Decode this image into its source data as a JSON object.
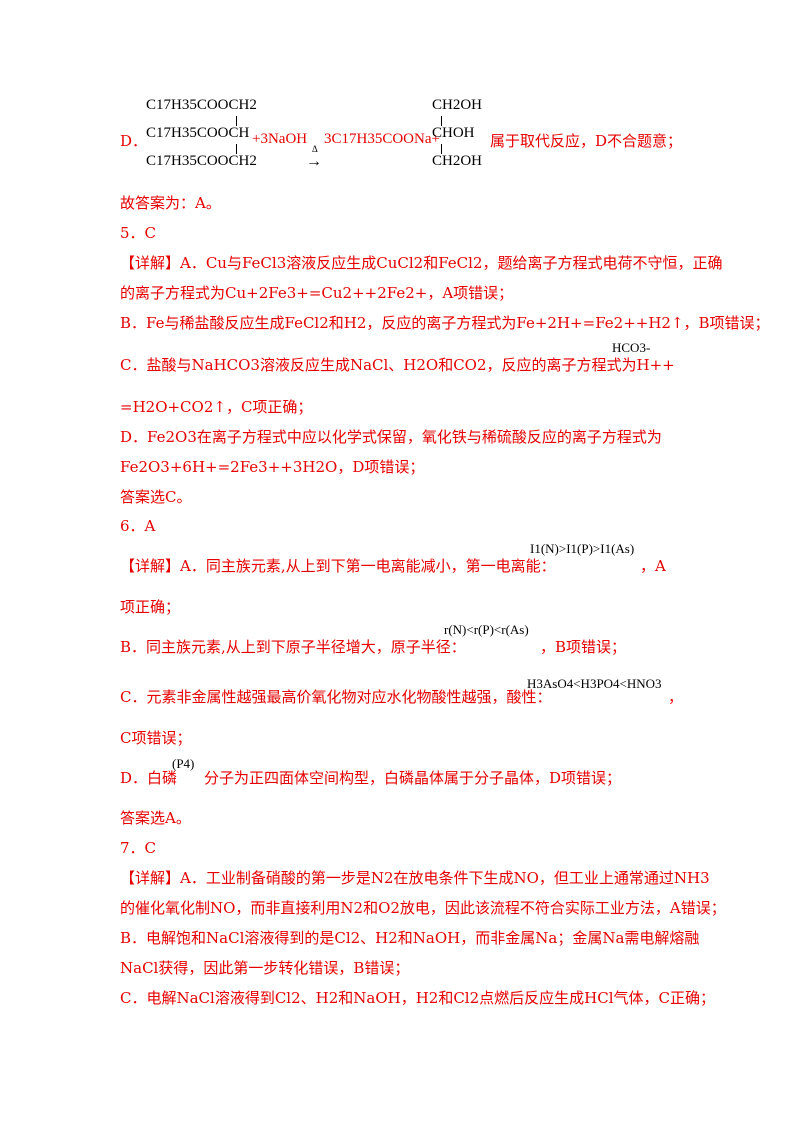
{
  "q4d": {
    "label": "D．",
    "left_rows": [
      "C17H35COOCH2",
      "C17H35COOCH",
      "C17H35COOCH2"
    ],
    "plus_naoh": "+3NaOH",
    "arrow_label": "Δ",
    "arrow": "→",
    "product": "3C17H35COONa+",
    "glycerol_rows": [
      "CH2OH",
      "CHOH",
      "CH2OH"
    ],
    "tail": "属于取代反应，D不合题意；"
  },
  "q4_answer": "故答案为：A。",
  "q5": {
    "number": "5．C",
    "a1": "【详解】A．Cu与FeCl3溶液反应生成CuCl2和FeCl2，题给离子方程式电荷不守恒，正确",
    "a2": "的离子方程式为Cu+2Fe3+=Cu2++2Fe2+，A项错误；",
    "b": "B．Fe与稀盐酸反应生成FeCl2和H2，反应的离子方程式为Fe+2H+=Fe2++H2↑，B项错误；",
    "c1": "C．盐酸与NaHCO3溶液反应生成NaCl、H2O和CO2，反应的离子方程式为H++",
    "c_hco3": "HCO3-",
    "c2": "=H2O+CO2↑，C项正确；",
    "d1": "D．Fe2O3在离子方程式中应以化学式保留，氧化铁与稀硫酸反应的离子方程式为",
    "d2": "Fe2O3+6H+=2Fe3++3H2O，D项错误；",
    "answer": "答案选C。"
  },
  "q6": {
    "number": "6．A",
    "a1": "【详解】A．同主族元素,从上到下第一电离能减小，第一电离能：",
    "a_formula": "I1(N)>I1(P)>I1(As)",
    "a_tail": "，A",
    "a2": "项正确；",
    "b1": "B．同主族元素,从上到下原子半径增大，原子半径：",
    "b_formula": "r(N)<r(P)<r(As)",
    "b_tail": "，B项错误；",
    "c1": "C．元素非金属性越强最高价氧化物对应水化物酸性越强，酸性：",
    "c_formula": "H3AsO4<H3PO4<HNO3",
    "c_tail": "，",
    "c2": "C项错误；",
    "d_head": "D．白磷",
    "d_formula": "(P4)",
    "d_tail": "分子为正四面体空间构型，白磷晶体属于分子晶体，D项错误；",
    "answer": "答案选A。"
  },
  "q7": {
    "number": "7．C",
    "a1": "【详解】A．工业制备硝酸的第一步是N2在放电条件下生成NO，但工业上通常通过NH3",
    "a2": "的催化氧化制NO，而非直接利用N2和O2放电，因此该流程不符合实际工业方法，A错误；",
    "b1": "B．电解饱和NaCl溶液得到的是Cl2、H2和NaOH，而非金属Na；金属Na需电解熔融",
    "b2": "NaCl获得，因此第一步转化错误，B错误；",
    "c1": "C．电解NaCl溶液得到Cl2、H2和NaOH，H2和Cl2点燃后反应生成HCl气体，C正确；"
  },
  "colors": {
    "answer_text": "#e60000",
    "formula_text": "#000000",
    "number_text": "#e60000"
  }
}
